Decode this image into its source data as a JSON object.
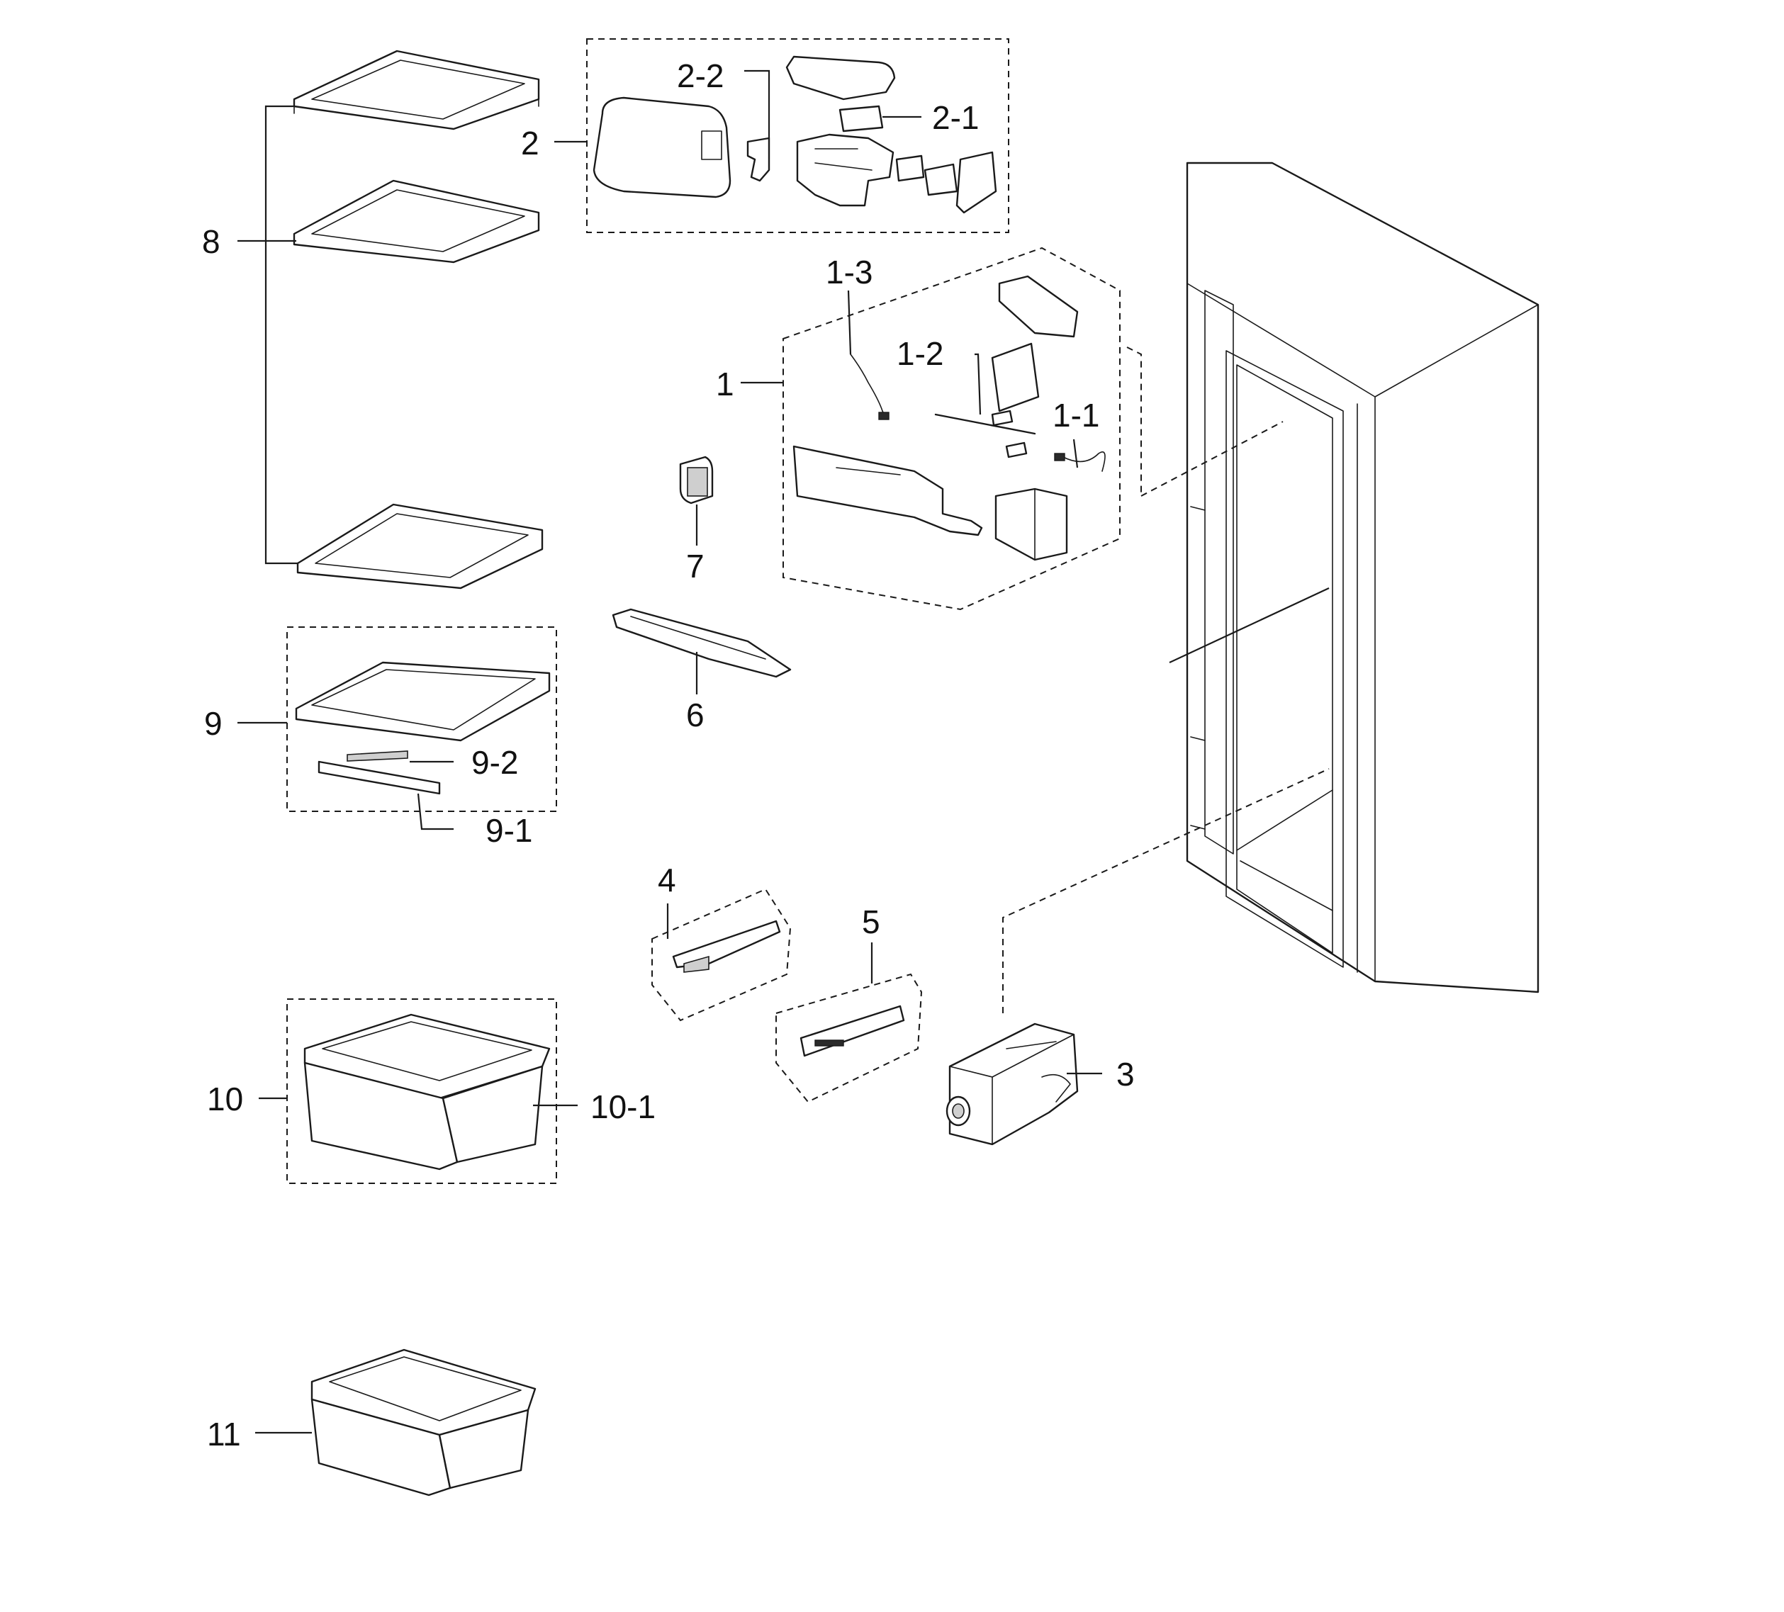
{
  "callouts": {
    "c1": "1",
    "c1_1": "1-1",
    "c1_2": "1-2",
    "c1_3": "1-3",
    "c2": "2",
    "c2_1": "2-1",
    "c2_2": "2-2",
    "c3": "3",
    "c4": "4",
    "c5": "5",
    "c6": "6",
    "c7": "7",
    "c8": "8",
    "c9": "9",
    "c9_1": "9-1",
    "c9_2": "9-2",
    "c10": "10",
    "c10_1": "10-1",
    "c11": "11"
  }
}
